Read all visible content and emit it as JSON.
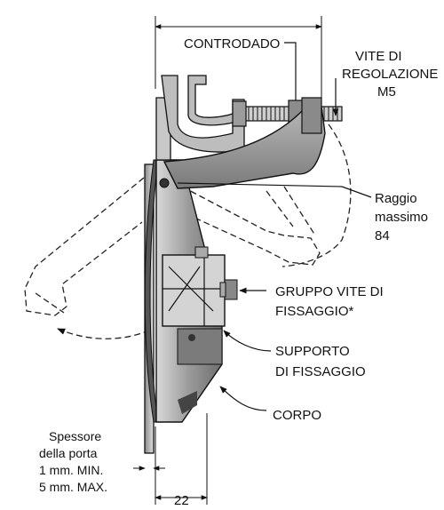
{
  "labels": {
    "controdado": "CONTRODADO",
    "vite_line1": "VITE DI",
    "vite_line2": "REGOLAZIONE",
    "vite_line3": "M5",
    "raggio_line1": "Raggio",
    "raggio_line2": "massimo",
    "raggio_line3": "84",
    "gruppo_line1": "GRUPPO VITE DI",
    "gruppo_line2": "FISSAGGIO*",
    "supporto_line1": "SUPPORTO",
    "supporto_line2": "DI FISSAGGIO",
    "corpo": "CORPO",
    "spessore_line1": "Spessore",
    "spessore_line2": "della porta",
    "spessore_line3": "1 mm. MIN.",
    "spessore_line4": "5 mm. MAX.",
    "dim_22": "22"
  }
}
